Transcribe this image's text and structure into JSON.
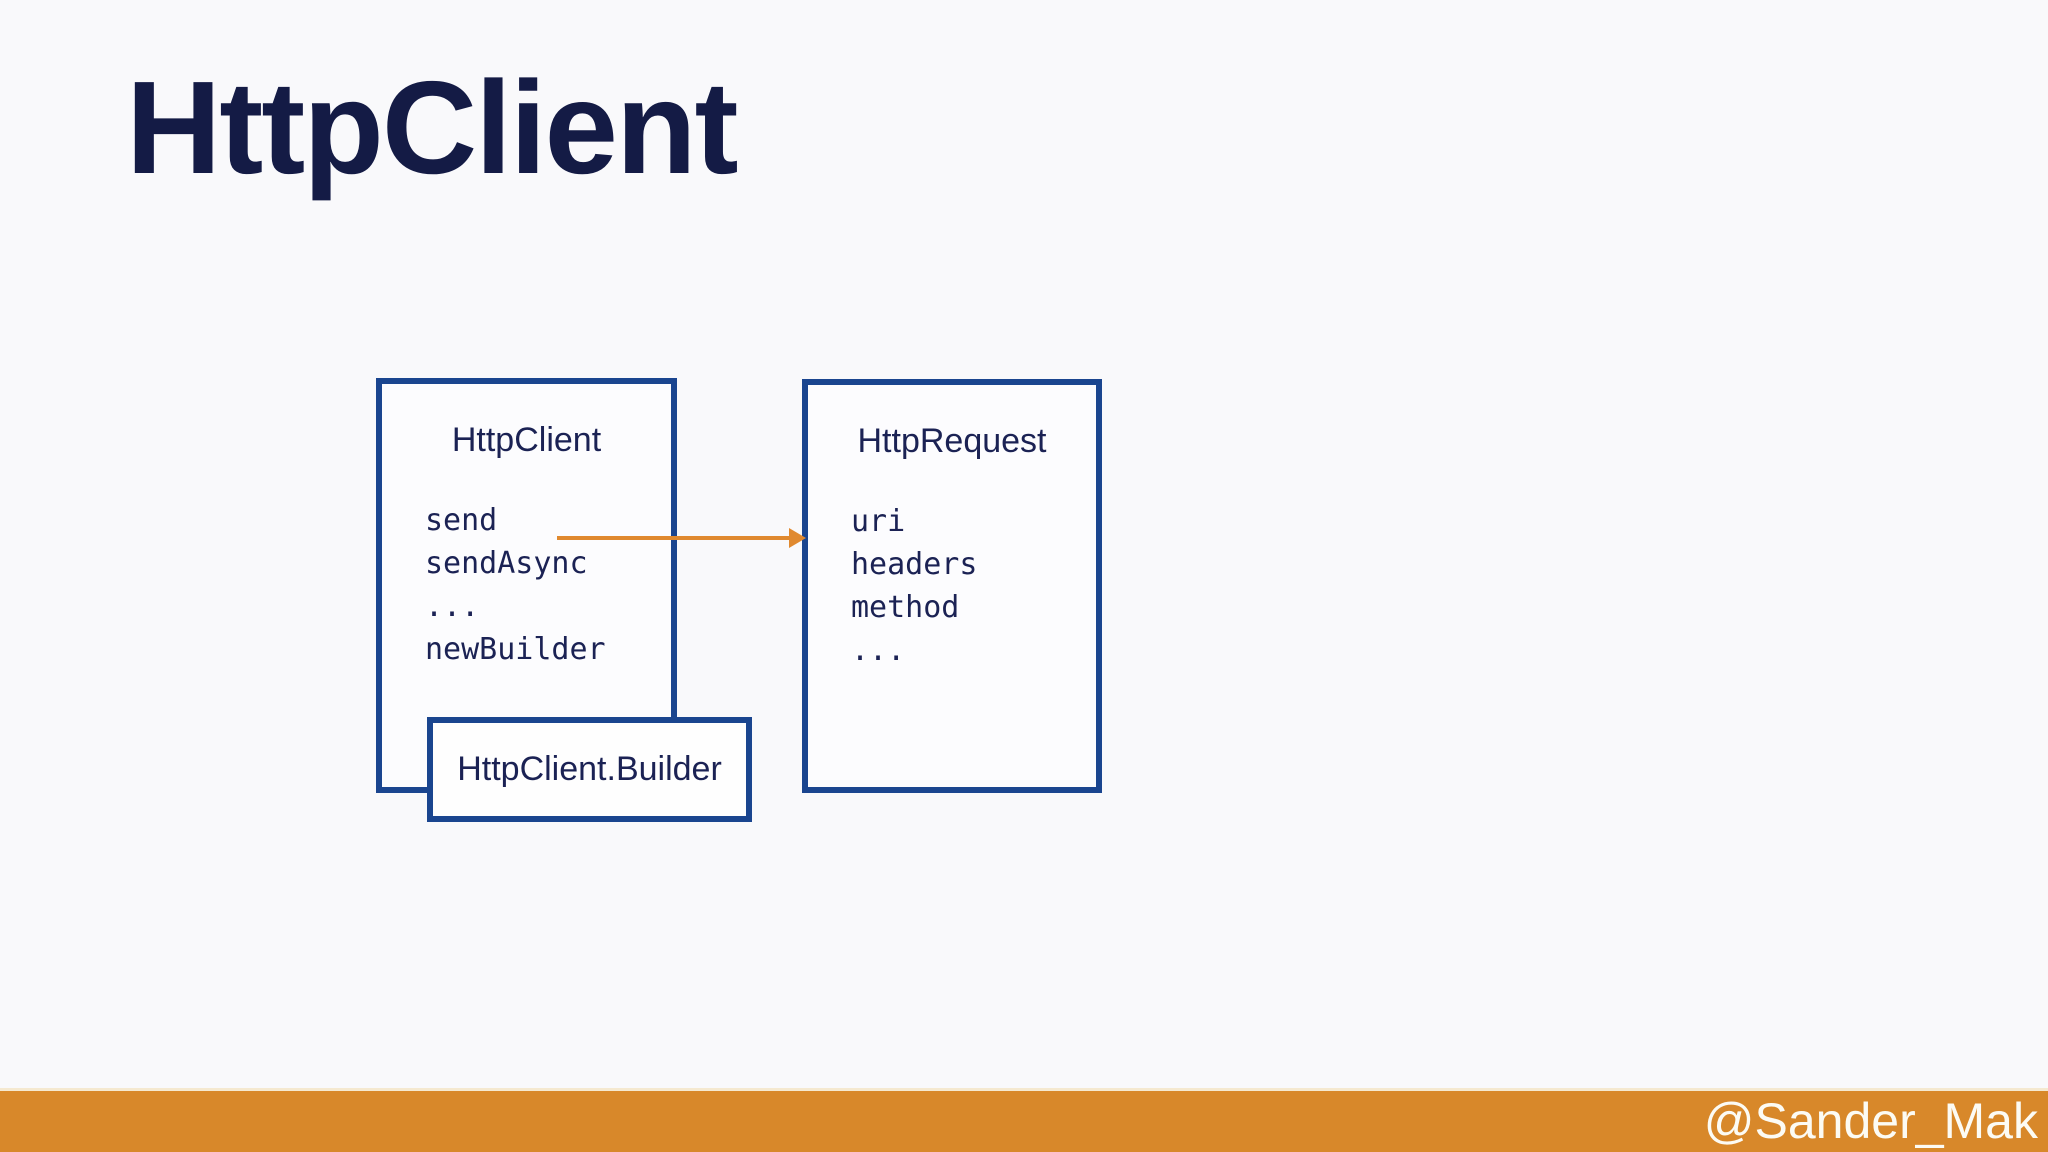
{
  "page": {
    "title": "HttpClient"
  },
  "diagram": {
    "client_box": {
      "title": "HttpClient",
      "members": [
        "send",
        "sendAsync",
        "...",
        "newBuilder"
      ]
    },
    "request_box": {
      "title": "HttpRequest",
      "members": [
        "uri",
        "headers",
        "method",
        "..."
      ]
    },
    "builder_box": {
      "title": "HttpClient.Builder"
    }
  },
  "footer": {
    "handle": "@Sander_Mak"
  },
  "colors": {
    "background": "#f9f9fb",
    "box_border_blue": "#1a458f",
    "text_navy": "#1b2254",
    "title_navy": "#141b45",
    "arrow_orange": "#e0892f",
    "footer_orange": "#d8882a",
    "footer_text": "#fcfbf4"
  }
}
